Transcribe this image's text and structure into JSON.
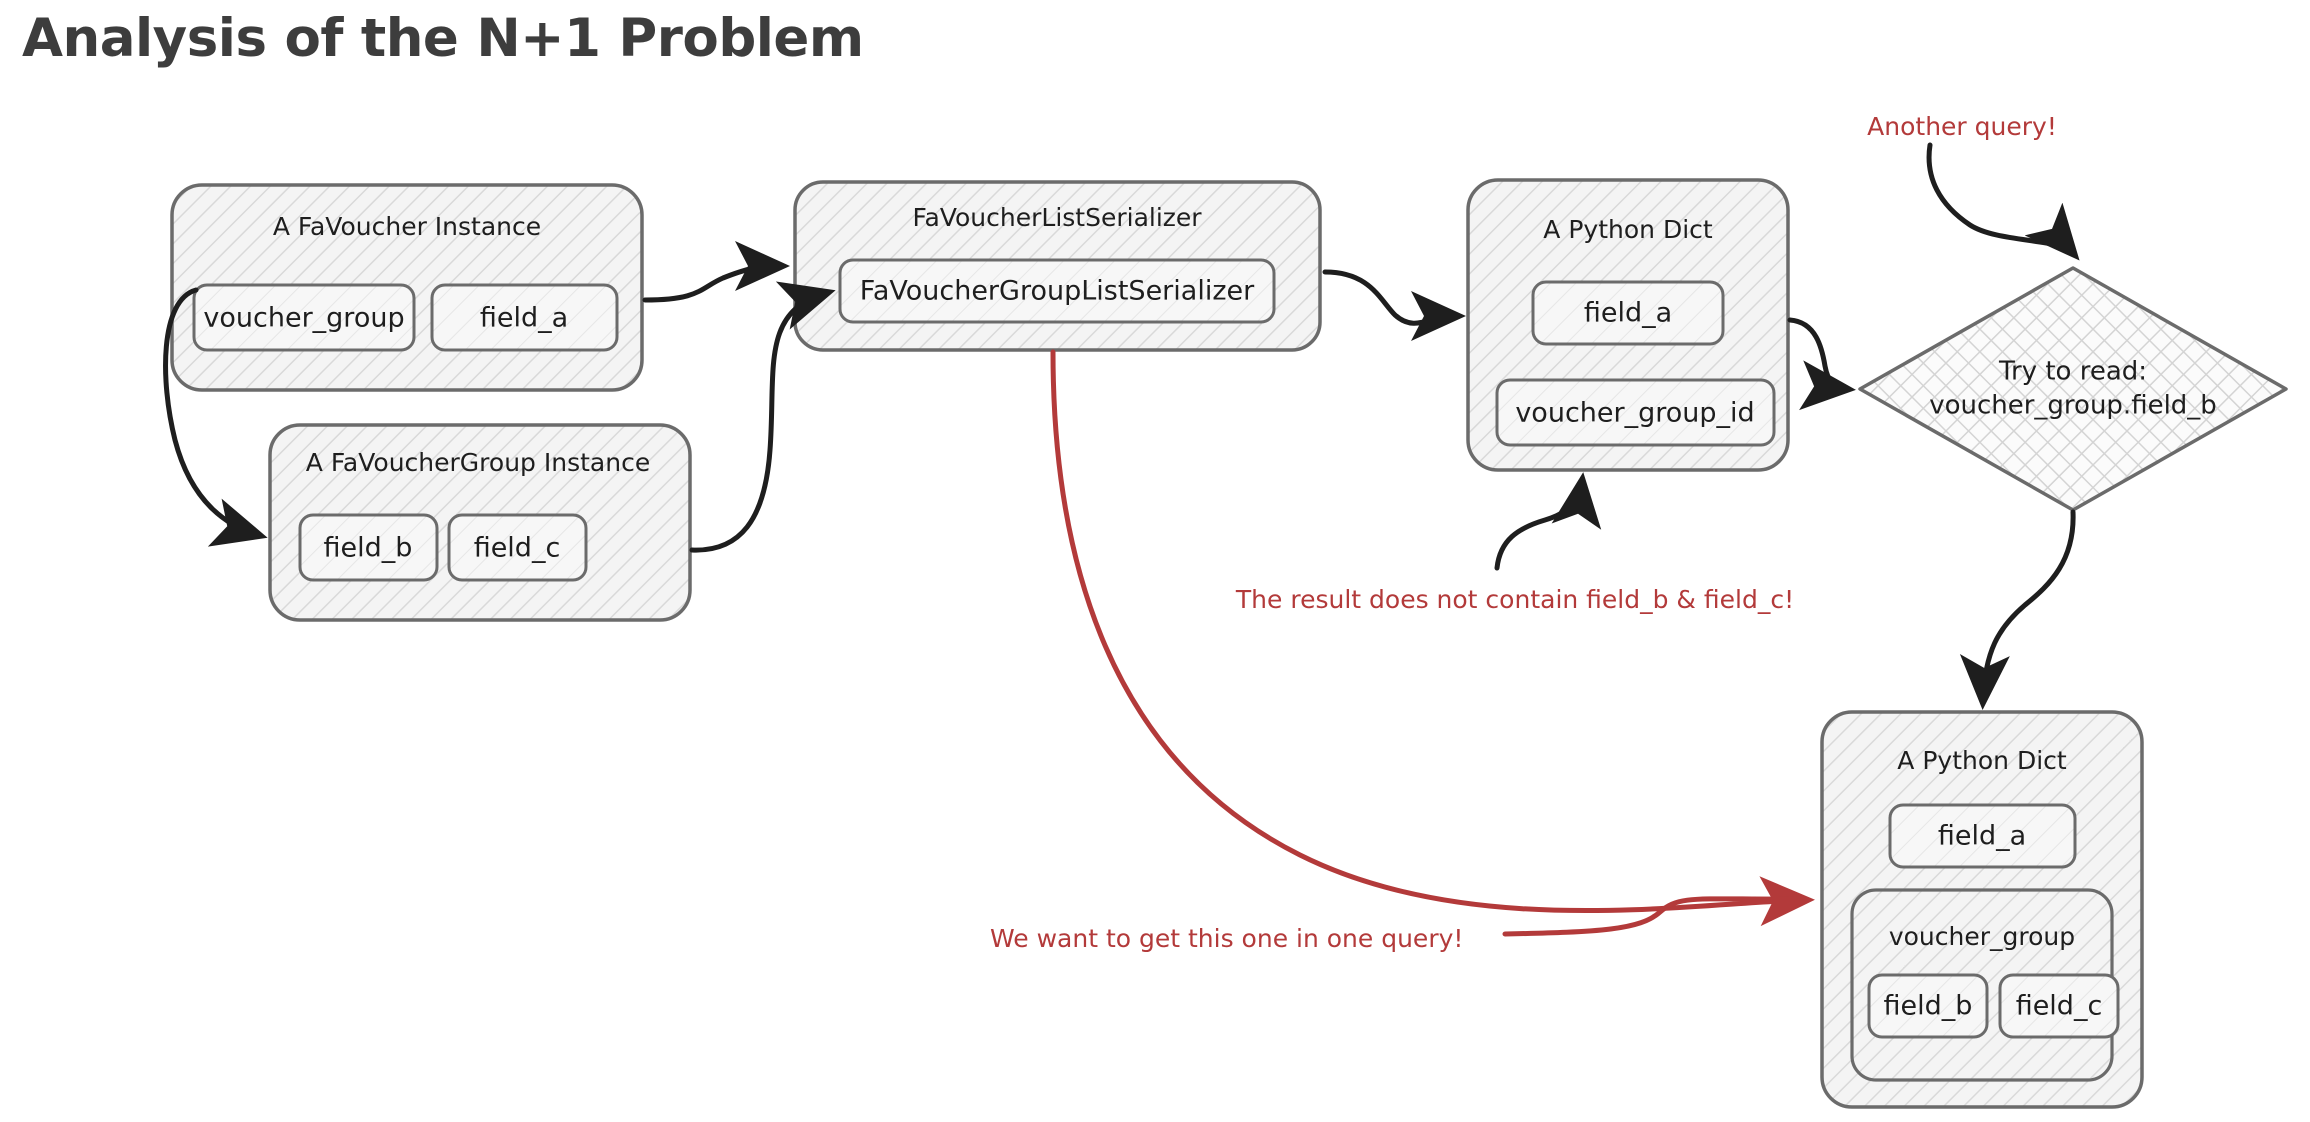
{
  "page": {
    "title": "Analysis of the N+1 Problem",
    "background_color": "#ffffff",
    "title_color": "#3d3d3d"
  },
  "theme": {
    "stroke_color": "#3d3d3d",
    "arrow_color": "#1e1e1e",
    "annotation_color": "#b33a3a",
    "box_fill": "#f4f4f4",
    "chip_fill": "#f7f7f7"
  },
  "diagram": {
    "type": "flow-diagram",
    "style": "hand-drawn",
    "nodes": [
      {
        "id": "favoucher-instance",
        "shape": "rounded-rectangle",
        "label": "A FaVoucher Instance",
        "children": [
          "voucher_group",
          "field_a"
        ]
      },
      {
        "id": "favouchergroup-instance",
        "shape": "rounded-rectangle",
        "label": "A FaVoucherGroup Instance",
        "children": [
          "field_b",
          "field_c"
        ]
      },
      {
        "id": "favoucherlistserializer",
        "shape": "rounded-rectangle",
        "label": "FaVoucherListSerializer",
        "children": [
          "FaVoucherGroupListSerializer"
        ]
      },
      {
        "id": "python-dict-top",
        "shape": "rounded-rectangle",
        "label": "A Python Dict",
        "children": [
          "field_a",
          "voucher_group_id"
        ]
      },
      {
        "id": "try-to-read",
        "shape": "diamond",
        "label_line1": "Try to read:",
        "label_line2": "voucher_group.field_b"
      },
      {
        "id": "python-dict-bottom",
        "shape": "rounded-rectangle",
        "label": "A Python Dict",
        "children": [
          "field_a",
          "voucher_group"
        ],
        "nested_group": {
          "label": "voucher_group",
          "children": [
            "field_b",
            "field_c"
          ]
        }
      }
    ],
    "chips": {
      "voucher_group": "voucher_group",
      "field_a": "field_a",
      "field_b": "field_b",
      "field_c": "field_c",
      "favouchergrouplistserializer": "FaVoucherGroupListSerializer",
      "voucher_group_id": "voucher_group_id"
    },
    "annotations": [
      {
        "id": "another-query",
        "text": "Another query!",
        "color": "#b33a3a",
        "points_to": "try-to-read"
      },
      {
        "id": "result-missing-fields",
        "text": "The result does not contain field_b & field_c!",
        "color": "#b33a3a",
        "points_to": "python-dict-top"
      },
      {
        "id": "want-one-query",
        "text": "We want to get this one in one query!",
        "color": "#b33a3a",
        "points_to": "python-dict-bottom"
      }
    ],
    "edges": [
      {
        "from": "voucher_group",
        "to": "favouchergroup-instance",
        "color": "#1e1e1e"
      },
      {
        "from": "favoucher-instance",
        "to": "favoucherlistserializer",
        "color": "#1e1e1e"
      },
      {
        "from": "favouchergroup-instance",
        "to": "favouchergrouplistserializer",
        "color": "#1e1e1e"
      },
      {
        "from": "favoucherlistserializer",
        "to": "python-dict-top",
        "color": "#1e1e1e"
      },
      {
        "from": "python-dict-top",
        "to": "try-to-read",
        "color": "#1e1e1e"
      },
      {
        "from": "try-to-read",
        "to": "python-dict-bottom",
        "color": "#1e1e1e"
      },
      {
        "from": "favoucherlistserializer",
        "to": "python-dict-bottom",
        "color": "#b33a3a"
      }
    ]
  }
}
